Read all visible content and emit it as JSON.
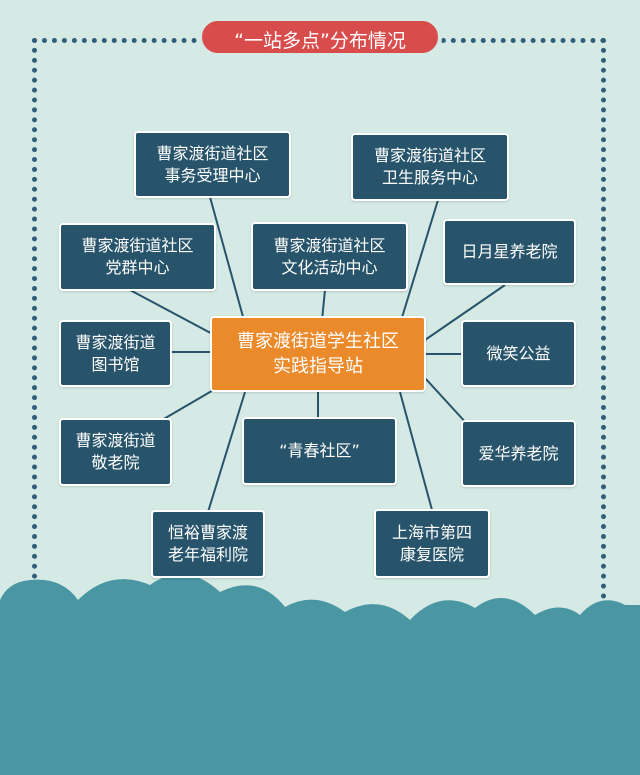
{
  "title": "“一站多点”分布情况",
  "center": {
    "line1": "曹家渡街道学生社区",
    "line2": "实践指导站"
  },
  "nodes": {
    "shiwu": {
      "line1": "曹家渡街道社区",
      "line2": "事务受理中心"
    },
    "weisheng": {
      "line1": "曹家渡街道社区",
      "line2": "卫生服务中心"
    },
    "dangqun": {
      "line1": "曹家渡街道社区",
      "line2": "党群中心"
    },
    "wenhua": {
      "line1": "曹家渡街道社区",
      "line2": "文化活动中心"
    },
    "riyue": {
      "line1": "日月星养老院"
    },
    "tushu": {
      "line1": "曹家渡街道",
      "line2": "图书馆"
    },
    "weixiao": {
      "line1": "微笑公益"
    },
    "jinglao": {
      "line1": "曹家渡街道",
      "line2": "敬老院"
    },
    "qingchun": {
      "line1": "“青春社区”"
    },
    "aihua": {
      "line1": "爱华养老院"
    },
    "hengyu": {
      "line1": "恒裕曹家渡",
      "line2": "老年福利院"
    },
    "kangfu": {
      "line1": "上海市第四",
      "line2": "康复医院"
    }
  },
  "colors": {
    "background": "#d5e9e5",
    "node": "#27546b",
    "center": "#eb8a2b",
    "title_pill": "#d94c4c",
    "cloud": "#4a96a3"
  }
}
